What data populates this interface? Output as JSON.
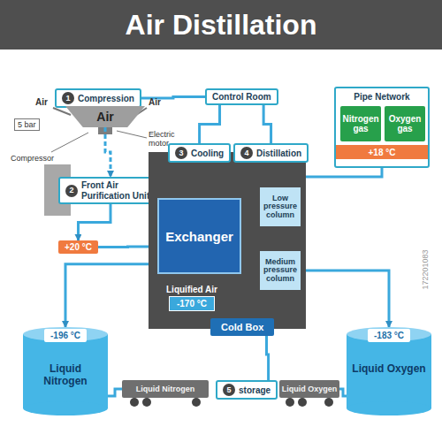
{
  "diagram": {
    "title": "Air Distillation",
    "nodes": [
      {
        "text": [
          "1",
          "Compression"
        ]
      },
      {
        "text": [
          "Control Room"
        ]
      },
      {
        "text": [
          "Pipe Network"
        ]
      },
      {
        "text": [
          "Nitrogen gas"
        ],
        "in": 2
      },
      {
        "text": [
          "Oxygen gas"
        ],
        "in": 2
      },
      {
        "text": [
          "+18 °C"
        ],
        "in": 2
      },
      {
        "text": [
          "Air"
        ]
      },
      {
        "text": [
          "2",
          "Front Air Purification Unit"
        ]
      },
      {
        "text": [
          "+20 °C"
        ]
      },
      {
        "text": [
          "Cold Box"
        ]
      },
      {
        "text": [
          "3",
          "Cooling"
        ]
      },
      {
        "text": [
          "4",
          "Distillation"
        ]
      },
      {
        "text": [
          "Exchanger"
        ],
        "in": 9
      },
      {
        "text": [
          "Low pressure column"
        ],
        "in": 9
      },
      {
        "text": [
          "Medium pressure column"
        ],
        "in": 9
      },
      {
        "text": [
          "Liquified Air",
          "-170 °C"
        ],
        "in": 9
      },
      {
        "text": [
          "-196 °C",
          "Liquid Nitrogen"
        ]
      },
      {
        "text": [
          "-183 °C",
          "Liquid Oxygen"
        ]
      },
      {
        "text": [
          "5",
          "storage"
        ]
      },
      {
        "text": [
          "Liquid Nitrogen"
        ]
      },
      {
        "text": [
          "Liquid Oxygen"
        ]
      }
    ],
    "edges": [
      {
        "from": 1,
        "to": 0,
        "arrow": "none"
      },
      {
        "from": 1,
        "to": 10,
        "arrow": "none"
      },
      {
        "from": 1,
        "to": 11,
        "arrow": "none"
      },
      {
        "from": 6,
        "to": 7,
        "arrow": "to"
      },
      {
        "from": 7,
        "to": 8,
        "arrow": "to"
      },
      {
        "from": 8,
        "to": 12,
        "arrow": "to"
      },
      {
        "from": 12,
        "to": 15,
        "arrow": "to"
      },
      {
        "from": 15,
        "to": 14,
        "arrow": "to"
      },
      {
        "from": 13,
        "to": 12,
        "arrow": "to"
      },
      {
        "from": 14,
        "to": 12,
        "arrow": "to"
      },
      {
        "from": 12,
        "to": 5,
        "arrow": "to"
      },
      {
        "from": 12,
        "to": 16,
        "arrow": "to"
      },
      {
        "from": 14,
        "to": 17,
        "arrow": "to"
      },
      {
        "from": 16,
        "to": 19,
        "arrow": "none"
      },
      {
        "from": 17,
        "to": 20,
        "arrow": "none"
      },
      {
        "from": 9,
        "to": 18,
        "arrow": "none"
      }
    ],
    "labels": [
      "Air",
      "Air",
      "5 bar",
      "Compressor",
      "Electric motor",
      "172201083"
    ]
  }
}
